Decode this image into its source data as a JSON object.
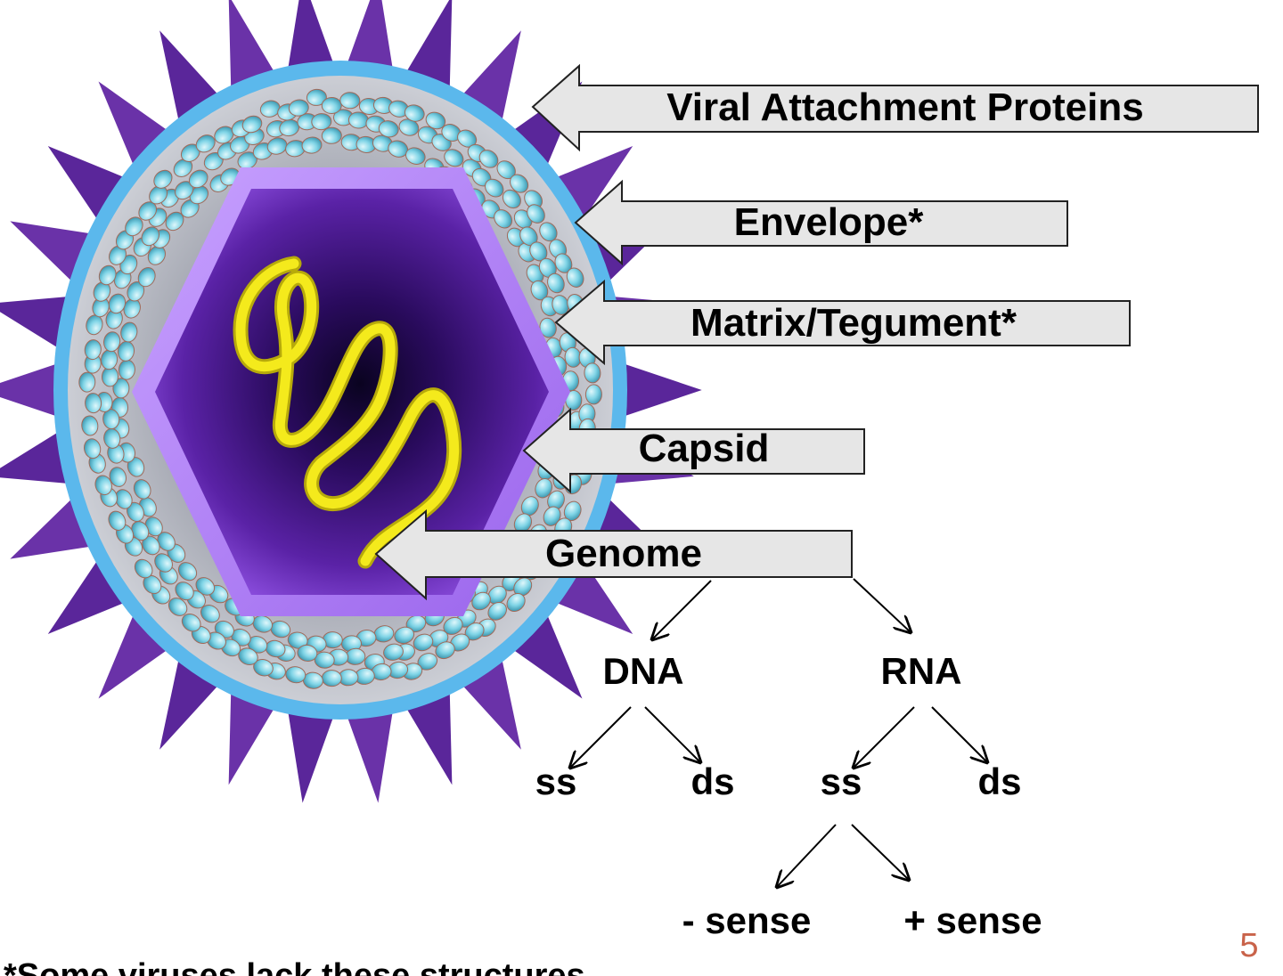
{
  "labels": {
    "attachment": "Viral Attachment Proteins",
    "envelope": "Envelope*",
    "matrix": "Matrix/Tegument*",
    "capsid": "Capsid",
    "genome": "Genome"
  },
  "tree": {
    "dna": "DNA",
    "rna": "RNA",
    "dna_ss": "ss",
    "dna_ds": "ds",
    "rna_ss": "ss",
    "rna_ds": "ds",
    "neg_sense": "- sense",
    "pos_sense": "+ sense"
  },
  "page_number": "5",
  "footnote": "*Some viruses lack these structures",
  "colors": {
    "spike": "#6a32a8",
    "envelope_ring": "#5bb8ec",
    "matrix_bg": "#b9bcc4",
    "matrix_bead": "#7fd4e6",
    "capsid_edge": "#b58cf2",
    "capsid_core": "#0a0320",
    "genome_strand": "#f4ea1c",
    "callout_fill": "#e6e6e6",
    "page_number": "#c9634a"
  }
}
